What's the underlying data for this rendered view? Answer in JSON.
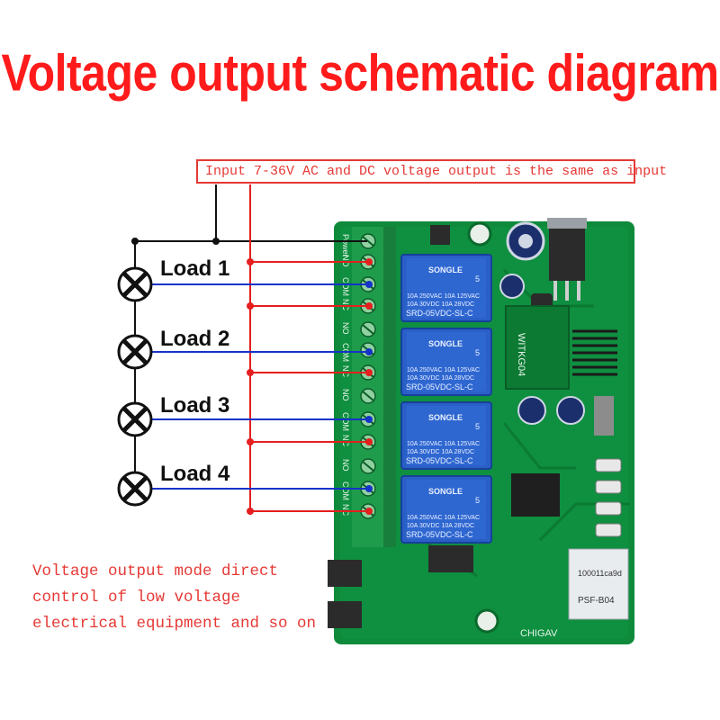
{
  "title": "Voltage output schematic diagram",
  "input_note": "Input 7-36V AC and DC voltage output is the same as input",
  "loads": [
    {
      "label": "Load 1"
    },
    {
      "label": "Load 2"
    },
    {
      "label": "Load 3"
    },
    {
      "label": "Load 4"
    }
  ],
  "mode_note": [
    "Voltage output mode direct",
    "control of low voltage",
    "electrical equipment and so on"
  ],
  "relay": {
    "brand": "SONGLE",
    "coil": "5",
    "rating_line_1": "10A 250VAC  10A 125VAC",
    "rating_line_2": "10A 30VDC  10A 28VDC",
    "model": "SRD-05VDC-SL-C"
  },
  "board": {
    "maker": "CHIGAV",
    "model_vertical": "WITKG04",
    "module_text_1": "PSF-B04",
    "module_text_2": "100011ca9d"
  },
  "terminal_labels": [
    "Power",
    "NO",
    "COM",
    "NC",
    "NO",
    "COM",
    "NC",
    "NO",
    "COM",
    "NC",
    "NO",
    "COM",
    "NC"
  ],
  "colors": {
    "title_red": "#ff1b1b",
    "wire_red": "#e51f1f",
    "wire_blue": "#1533c8",
    "wire_black": "#111111",
    "pcb_green": "#0e8a3a",
    "relay_blue": "#2a5fc7",
    "terminal_green": "#1f9c4b"
  }
}
